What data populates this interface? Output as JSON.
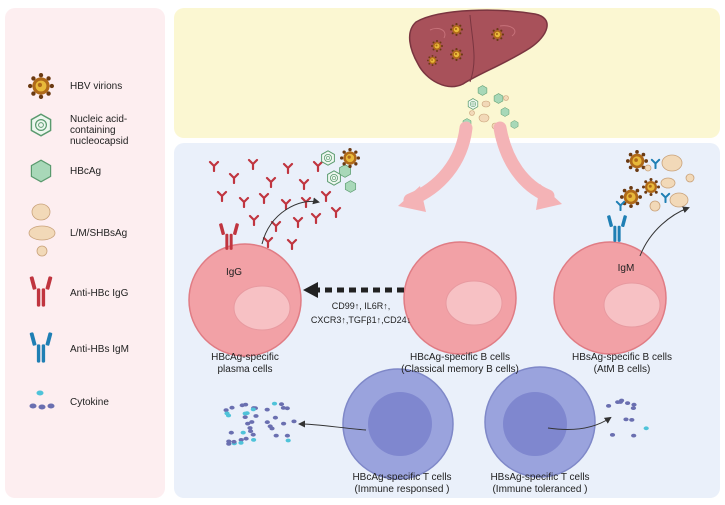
{
  "legend": {
    "items": [
      {
        "label": "HBV virions",
        "icon": "hbv-virion-icon"
      },
      {
        "label": "Nucleic acid-\ncontaining\nnucleocapsid",
        "icon": "nucleocapsid-icon"
      },
      {
        "label": "HBcAg",
        "icon": "hbcag-hexagon-icon"
      },
      {
        "label": "L/M/SHBsAg",
        "icon": "hbsag-particles-icon"
      },
      {
        "label": "Anti-HBc IgG",
        "icon": "igg-antibody-icon"
      },
      {
        "label": "Anti-HBs IgM",
        "icon": "igm-antibody-icon"
      },
      {
        "label": "Cytokine",
        "icon": "cytokine-dots-icon"
      }
    ]
  },
  "cells": {
    "plasma": {
      "label": "HBcAg-specific\nplasma  cells",
      "antibody": "IgG"
    },
    "memory_b": {
      "label": "HBcAg-specific B cells\n(Classical memory B cells)"
    },
    "atm_b": {
      "label": "HBsAg-specific B cells\n(AtM B cells)",
      "antibody": "IgM"
    },
    "t_responsive": {
      "label": "HBcAg-specific T cells\n(Immune responsed )"
    },
    "t_tolerant": {
      "label": "HBsAg-specific T cells\n(Immune toleranced )"
    }
  },
  "markers": {
    "line1": "CD99↑, IL6R↑,",
    "line2": "CXCR3↑,TGFβ1↑,CD24↓"
  },
  "colors": {
    "legend_bg": "#fdeef0",
    "liver_bg": "#fbf7d2",
    "main_bg": "#eaf0fa",
    "b_cell": "#f2a1a6",
    "t_cell": "#9aa3dd",
    "igg": "#c0353f",
    "igm": "#1f7fb4",
    "hbcag": "#9fd0b0",
    "hbsag": "#f2d9b8",
    "virion": "#b06a1a"
  }
}
